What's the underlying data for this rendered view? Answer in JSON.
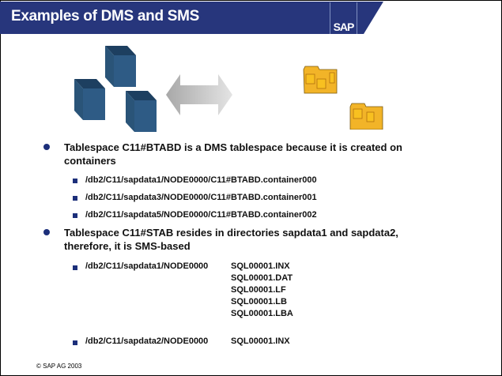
{
  "header": {
    "title": "Examples of DMS and SMS",
    "logo": "SAP",
    "band_color": "#27367c"
  },
  "bullets": [
    {
      "text": "Tablespace C11#BTABD is a DMS tablespace because it is created on containers",
      "sub": [
        "/db2/C11/sapdata1/NODE0000/C11#BTABD.container000",
        "/db2/C11/sapdata3/NODE0000/C11#BTABD.container001",
        "/db2/C11/sapdata5/NODE0000/C11#BTABD.container002"
      ]
    },
    {
      "text": "Tablespace C11#STAB resides in directories sapdata1 and sapdata2, therefore, it is SMS-based",
      "sub": [
        {
          "path": "/db2/C11/sapdata1/NODE0000",
          "files": [
            "SQL00001.INX",
            "SQL00001.DAT",
            "SQL00001.LF",
            "SQL00001.LB",
            "SQL00001.LBA"
          ]
        },
        {
          "path": "/db2/C11/sapdata2/NODE0000",
          "files": [
            "SQL00001.INX"
          ]
        }
      ]
    }
  ],
  "footer": "© SAP AG 2003"
}
